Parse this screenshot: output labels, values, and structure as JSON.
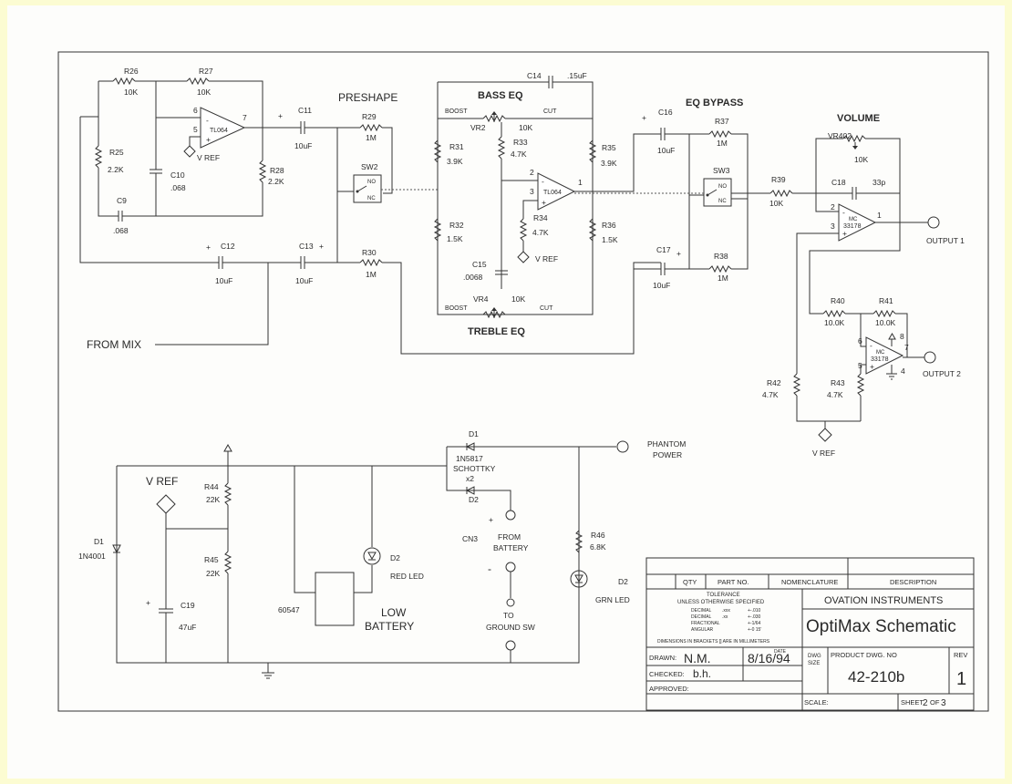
{
  "sections": {
    "preshape": "PRESHAPE",
    "bass_eq": "BASS EQ",
    "treble_eq": "TREBLE EQ",
    "eq_bypass": "EQ BYPASS",
    "volume": "VOLUME"
  },
  "signals": {
    "from_mix": "FROM MIX",
    "output1": "OUTPUT 1",
    "output2": "OUTPUT 2",
    "phantom": [
      "PHANTOM",
      "POWER"
    ],
    "vref": "V REF",
    "from_battery": [
      "FROM",
      "BATTERY"
    ],
    "to_ground_sw": [
      "TO",
      "GROUND SW"
    ],
    "low_battery": [
      "LOW",
      "BATTERY"
    ],
    "boost": "BOOST",
    "cut": "CUT",
    "plus": "+",
    "minus": "-"
  },
  "components": {
    "R26": [
      "R26",
      "10K"
    ],
    "R27": [
      "R27",
      "10K"
    ],
    "R25": [
      "R25",
      "2.2K"
    ],
    "R28": [
      "R28",
      "2.2K"
    ],
    "C10": [
      "C10",
      ".068"
    ],
    "C9": [
      "C9",
      ".068"
    ],
    "C11": [
      "C11",
      "10uF"
    ],
    "C12": [
      "C12",
      "10uF"
    ],
    "C13": [
      "C13",
      "10uF"
    ],
    "R29": [
      "R29",
      "1M"
    ],
    "R30": [
      "R30",
      "1M"
    ],
    "SW2": "SW2",
    "C14": [
      "C14",
      ".15uF"
    ],
    "VR2": [
      "VR2",
      "10K"
    ],
    "R31": [
      "R31",
      "3.9K"
    ],
    "R33": [
      "R33",
      "4.7K"
    ],
    "R35": [
      "R35",
      "3.9K"
    ],
    "R32": [
      "R32",
      "1.5K"
    ],
    "R34": [
      "R34",
      "4.7K"
    ],
    "R36": [
      "R36",
      "1.5K"
    ],
    "C15": [
      "C15",
      ".0068"
    ],
    "VR4": [
      "VR4",
      "10K"
    ],
    "C16": [
      "C16",
      "10uF"
    ],
    "R37": [
      "R37",
      "1M"
    ],
    "SW3": "SW3",
    "C17": [
      "C17",
      "10uF"
    ],
    "R38": [
      "R38",
      "1M"
    ],
    "R39": [
      "R39",
      "10K"
    ],
    "VR402": [
      "VR402",
      "10K"
    ],
    "C18": [
      "C18",
      "33p"
    ],
    "R40": [
      "R40",
      "10.0K"
    ],
    "R41": [
      "R41",
      "10.0K"
    ],
    "R42": [
      "R42",
      "4.7K"
    ],
    "R43": [
      "R43",
      "4.7K"
    ],
    "D1a": [
      "D1",
      "1N4001"
    ],
    "C19": [
      "C19",
      "47uF"
    ],
    "R44": [
      "R44",
      "22K"
    ],
    "R45": [
      "R45",
      "22K"
    ],
    "D2_red": [
      "D2",
      "RED LED"
    ],
    "D2_grn": [
      "D2",
      "GRN LED"
    ],
    "part_60547": "60547",
    "D1_top": "D1",
    "schottky": [
      "1N5817",
      "SCHOTTKY",
      "x2"
    ],
    "D2_bot": "D2",
    "CN3": "CN3",
    "R46": [
      "R46",
      "6.8K"
    ]
  },
  "ic": {
    "tl064": "TL064",
    "mc": "MC",
    "mc33178": "33178",
    "pins": {
      "p6": "6",
      "p5": "5",
      "p7": "7",
      "p2": "2",
      "p3": "3",
      "p1": "1",
      "p8": "8",
      "p4": "4"
    }
  },
  "switch": {
    "no": "NO",
    "nc": "NC"
  },
  "title_block": {
    "headers": {
      "qty": "QTY",
      "part_no": "PART NO.",
      "nomenclature": "NOMENCLATURE",
      "description": "DESCRIPTION"
    },
    "tolerance": {
      "title": "TOLERANCE",
      "sub": "UNLESS OTHERWISE SPECIFIED",
      "rows": [
        [
          "DECIMAL",
          ".xxx",
          "+-.010"
        ],
        [
          "DECIMAL",
          ".xx",
          "+-.030"
        ],
        [
          "FRACTIONAL",
          "",
          "+-1/64"
        ],
        [
          "ANGULAR",
          "",
          "+-0 15'"
        ]
      ],
      "note": "DIMENSIONS IN BRACKETS [] ARE IN MILLIMETERS"
    },
    "company": "OVATION INSTRUMENTS",
    "title": "OptiMax Schematic",
    "drawn_label": "DRAWN:",
    "drawn_by": "N.M.",
    "date_label": "DATE",
    "date": "8/16/94",
    "checked_label": "CHECKED:",
    "checked_by": "b.h.",
    "approved_label": "APPROVED:",
    "dwg_size_label": [
      "DWG",
      "SIZE"
    ],
    "product_dwg_label": "PRODUCT DWG. NO",
    "dwg_no": "42-210b",
    "rev_label": "REV",
    "rev": "1",
    "scale_label": "SCALE:",
    "sheet_label": "SHEET",
    "sheet_no": "2",
    "sheet_of": "OF",
    "sheet_total": "3"
  }
}
